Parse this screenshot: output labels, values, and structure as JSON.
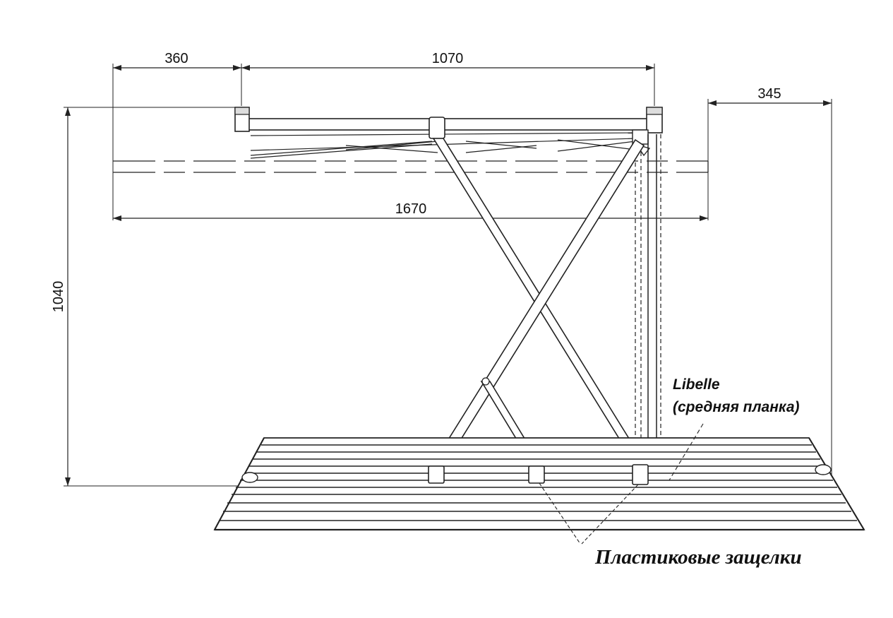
{
  "dimensions": {
    "top_left": "360",
    "top_span": "1070",
    "right_offset": "345",
    "overall_width": "1670",
    "height": "1040"
  },
  "labels": {
    "model": "Libelle",
    "middle_bar": "(средняя планка)",
    "clips": "Пластиковые защелки"
  }
}
